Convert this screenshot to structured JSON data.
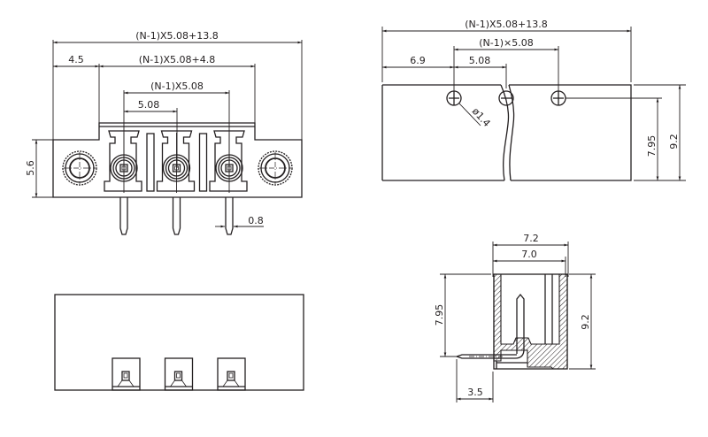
{
  "drawing": {
    "title": "Pluggable terminal block connector with flanges - dimensional drawing",
    "units": "mm",
    "line_color": "#231f20",
    "background": "#ffffff"
  },
  "front_view": {
    "dims": {
      "overall_width": "(N-1)X5.08+13.8",
      "flange_offset": "4.5",
      "body_width": "(N-1)X5.08+4.8",
      "pitch_total": "(N-1)X5.08",
      "pitch": "5.08",
      "height": "5.6",
      "pin_width": "0.8"
    },
    "positions": 3
  },
  "top_view": {
    "dims": {
      "overall_width": "(N-1)X5.08+13.8",
      "pitch_total": "(N-1)×5.08",
      "edge_offset": "6.9",
      "pitch": "5.08",
      "hole_diameter": "ø1.4",
      "hole_height": "7.95",
      "height": "9.2"
    }
  },
  "side_view": {
    "dims": {
      "outer_depth": "7.2",
      "inner_depth": "7.0",
      "pin_height": "7.95",
      "height": "9.2",
      "pin_extension": "3.5"
    }
  },
  "bottom_view": {
    "positions": 3
  }
}
